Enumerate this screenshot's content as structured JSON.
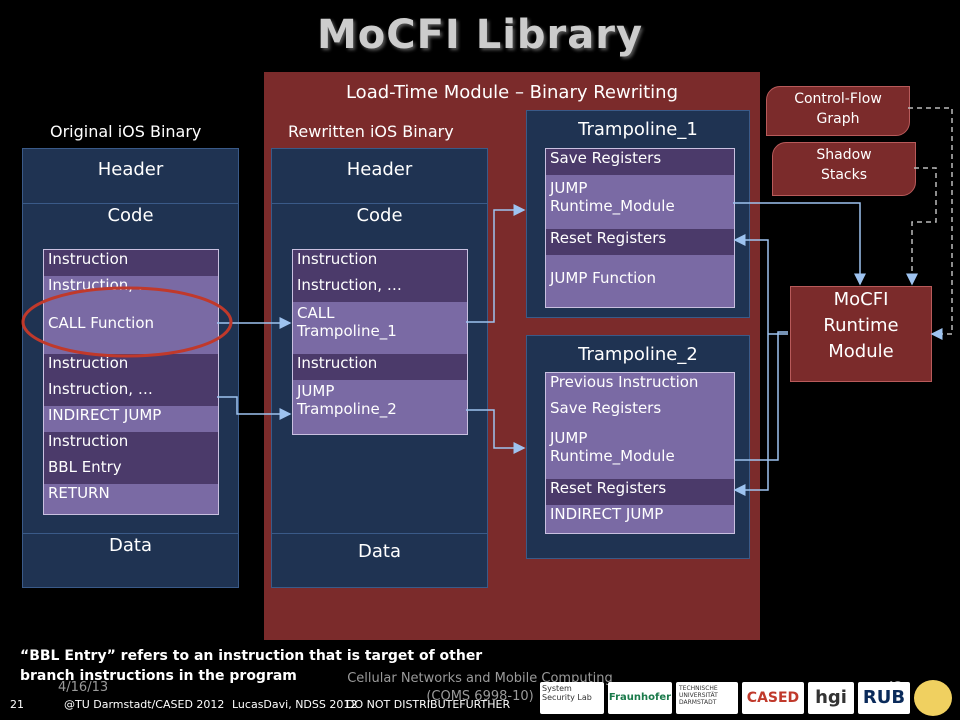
{
  "title": "MoCFI Library",
  "panel_title": "Load-Time Module – Binary Rewriting",
  "original": {
    "label": "Original iOS Binary",
    "header": "Header",
    "code": "Code",
    "data": "Data",
    "instructions": [
      "Instruction",
      "Instruction, …",
      "CALL Function",
      "Instruction",
      "Instruction, …",
      "INDIRECT JUMP",
      "Instruction",
      "BBL Entry",
      "RETURN"
    ]
  },
  "rewritten": {
    "label": "Rewritten iOS Binary",
    "header": "Header",
    "code": "Code",
    "data": "Data",
    "instructions": [
      "Instruction",
      "Instruction, …",
      "CALL\nTrampoline_1",
      "Instruction",
      "JUMP\nTrampoline_2"
    ]
  },
  "trampoline1": {
    "title": "Trampoline_1",
    "rows": [
      "Save Registers",
      "JUMP\nRuntime_Module",
      "Reset Registers",
      "JUMP Function"
    ]
  },
  "trampoline2": {
    "title": "Trampoline_2",
    "rows": [
      "Previous Instruction",
      "Save Registers",
      "JUMP\nRuntime_Module",
      "Reset Registers",
      "INDIRECT JUMP"
    ]
  },
  "cfg_label": "Control-Flow\nGraph",
  "shadow_label": "Shadow\nStacks",
  "runtime_label": "MoCFI\nRuntime\nModule",
  "footnote": "“BBL Entry” refers to an instruction that is target of other branch instructions in the program",
  "footer": {
    "date": "4/16/13",
    "course": "Cellular Networks and Mobile Computing\n(COMS 6998-10)",
    "page": "42",
    "slide_no": "21",
    "org": "@TU Darmstadt/CASED 2012",
    "author": "LucasDavi, NDSS 2012",
    "notice": "DO NOT DISTRIBUTEFURTHER"
  },
  "logos": [
    "System Security Lab",
    "Fraunhofer",
    "TECHNISCHE UNIVERSITÄT DARMSTADT",
    "CASED",
    "hgi",
    "RUB"
  ],
  "colors": {
    "background": "#000000",
    "panel": "#7b2b2b",
    "column": "#1f3352",
    "instruction": "#7a6aa4",
    "accent": "#c0392b"
  }
}
